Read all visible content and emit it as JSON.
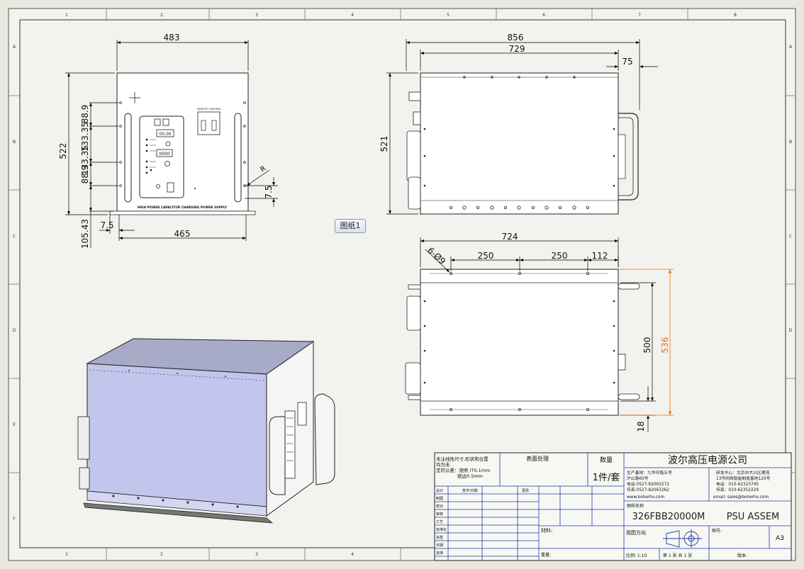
{
  "sheet_tab": "图纸1",
  "border_zones": {
    "cols": [
      "1",
      "2",
      "3",
      "4",
      "5",
      "6",
      "7",
      "8"
    ],
    "rows": [
      "A",
      "B",
      "C",
      "D",
      "E",
      "F"
    ]
  },
  "front_view": {
    "dim_width_top": "483",
    "dim_height_left": "522",
    "dim_pitch_1": "88.9",
    "dim_pitch_2": "133.35",
    "dim_pitch_3": "133.35",
    "dim_pitch_4": "88.9",
    "dim_base": "105.43",
    "dim_offset_left": "7.5",
    "dim_width_bottom": "465",
    "dim_offset_right": "7.5",
    "radius_label": "R",
    "display_1": "00.00",
    "display_2": "0000",
    "panel_caption": "HIGH POWER CAPACITOR CHARGING POWER SUPPLY",
    "remote_label": "REMOTE CONTROL"
  },
  "side_view": {
    "dim_total": "856",
    "dim_body": "729",
    "dim_handle": "75",
    "dim_height": "521"
  },
  "top_view": {
    "dim_length": "724",
    "dim_holes": "6-Ø9",
    "dim_span_1": "250",
    "dim_span_2": "250",
    "dim_span_3": "112",
    "dim_depth": "500",
    "dim_depth_total": "536",
    "dim_offset": "18"
  },
  "title_block": {
    "note_line1": "未注线性尺寸,形状和位置",
    "note_line2": "均为未",
    "note_line3": "定的公差：按照 IT0.1mm",
    "note_line4": "锐边0.5mm",
    "surface_label": "表面处理",
    "qty_label": "数量",
    "qty_value": "1件/套",
    "company": "波尔高压电源公司",
    "addr_left_1": "生产基地：九华环路五号",
    "addr_left_2": "沪山路60号",
    "addr_left_3": "电话:0527-82063272",
    "addr_left_4": "传真:0527-82063262",
    "addr_left_5": "www.boherhv.com",
    "addr_right_1": "研发中心：北京市大兴区德茂",
    "addr_right_2": "13号网络智能制造基地120号",
    "addr_right_3": "电话：010-62323745",
    "addr_right_4": "传真：010-62352229",
    "addr_right_5": "email: sales@boherhv.com",
    "drawing_name_label": "图样名称",
    "drawing_code": "326FBB20000M",
    "drawing_title": "PSU ASSEM",
    "material_label": "材料:",
    "projection_label": "视图方向",
    "drawing_no_label": "图号:",
    "sheet_size": "A3",
    "weight_label": "重量:",
    "scale_text": "比例: 1:10",
    "sheet_count": "第 1 张  共 1 张",
    "version_label": "版本:",
    "row_labels": [
      "设计",
      "制图",
      "校对",
      "审核",
      "工艺",
      "标准化",
      "会签",
      "日期",
      "批准"
    ],
    "col_labels": [
      "签字/日期",
      "更改",
      "",
      ""
    ]
  }
}
